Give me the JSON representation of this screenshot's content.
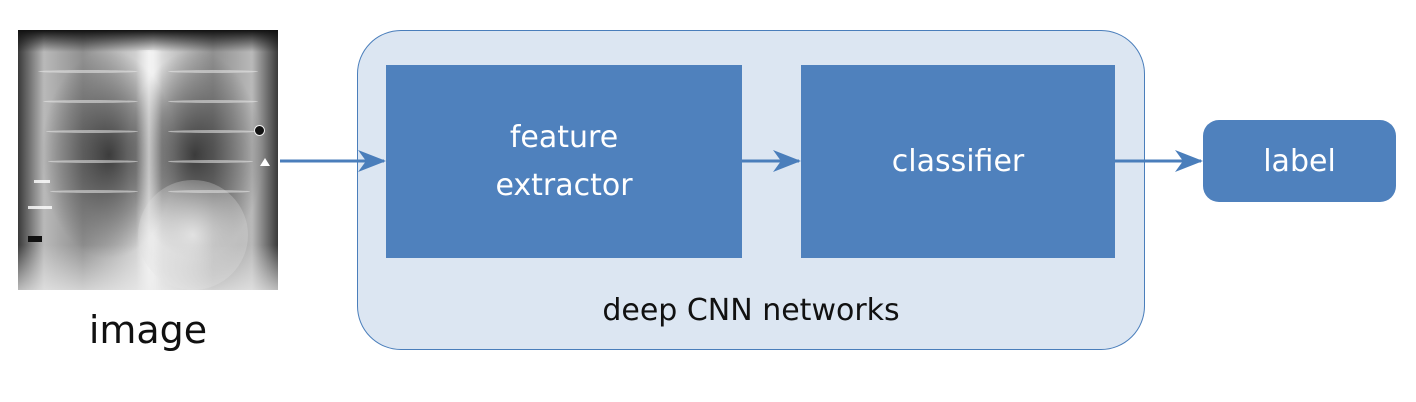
{
  "input": {
    "caption": "image"
  },
  "network": {
    "caption": "deep CNN networks",
    "feature_extractor": {
      "line1": "feature",
      "line2": "extractor"
    },
    "classifier": "classifier"
  },
  "output": {
    "label": "label"
  },
  "colors": {
    "block_fill": "#4f81bd",
    "container_fill": "#dce6f2",
    "container_border": "#4a7ebb",
    "arrow": "#4a7ebb"
  },
  "icons": {
    "input_image": "chest-xray-image"
  }
}
